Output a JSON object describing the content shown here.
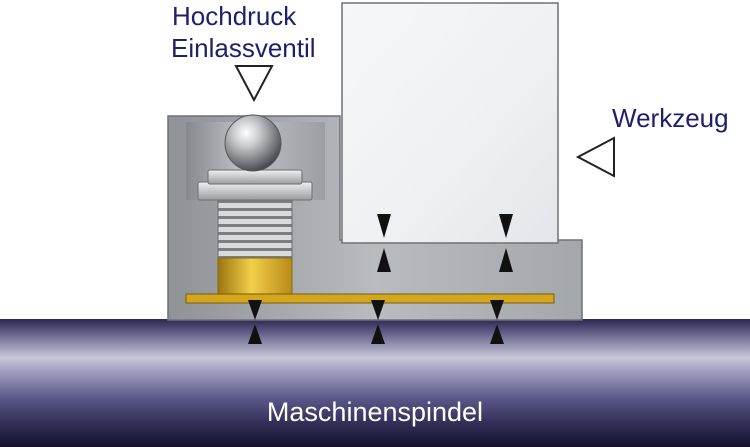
{
  "labels": {
    "valve_line1": "Hochdruck",
    "valve_line2": "Einlassventil",
    "tool": "Werkzeug",
    "spindle": "Maschinenspindel"
  },
  "colors": {
    "label_text": "#1e1e6e",
    "spindle_text": "#ffffff",
    "housing": "#b9bcbf",
    "tool": "#f2f4f6",
    "brass": "#d4a61c",
    "spindle_dark": "#1c1a3c",
    "spindle_mid": "#6c6a96",
    "spindle_light": "#c9c9dc"
  }
}
